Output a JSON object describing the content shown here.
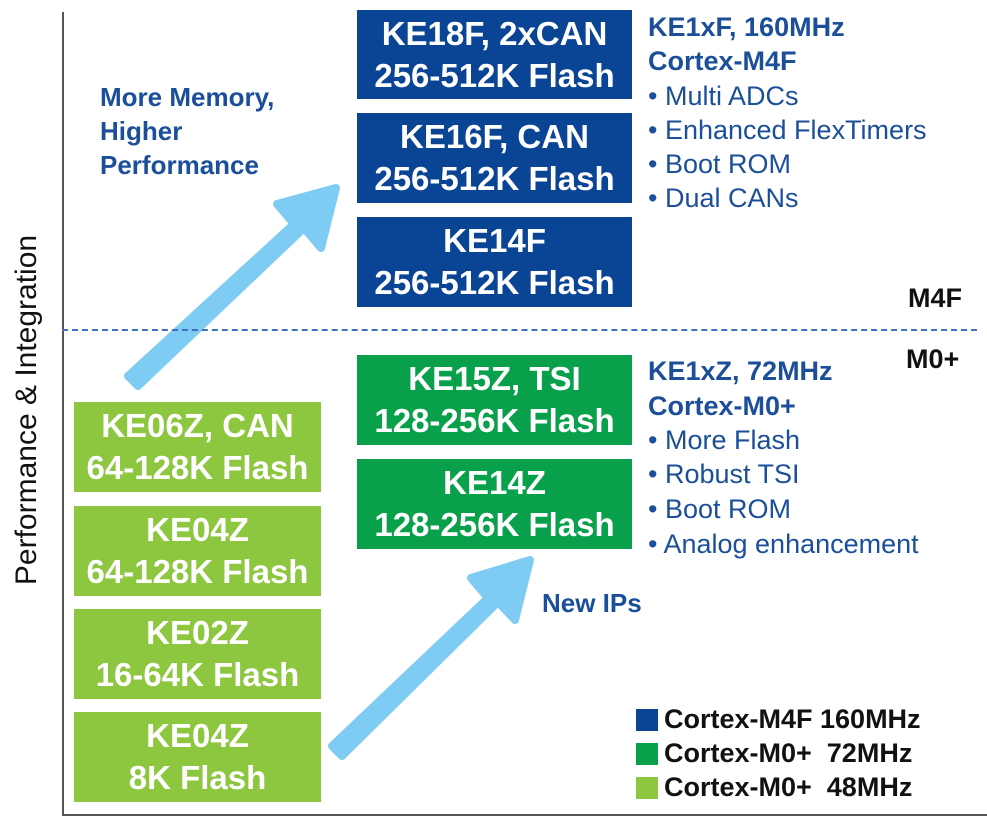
{
  "axis": {
    "y_label": "Performance & Integration"
  },
  "arrows": {
    "upper_label": [
      "More Memory,",
      "Higher",
      "Performance"
    ],
    "lower_label": "New IPs"
  },
  "divider": {
    "above_label": "M4F",
    "below_label": "M0+"
  },
  "m4f_group": {
    "title": "KE1xF, 160MHz",
    "subtitle": "Cortex-M4F",
    "features": [
      "• Multi ADCs",
      "• Enhanced FlexTimers",
      "• Boot ROM",
      "• Dual CANs"
    ],
    "boxes": [
      {
        "line1": "KE18F, 2xCAN",
        "line2": "256-512K Flash"
      },
      {
        "line1": "KE16F, CAN",
        "line2": "256-512K Flash"
      },
      {
        "line1": "KE14F",
        "line2": "256-512K Flash"
      }
    ]
  },
  "m0_72_group": {
    "title": "KE1xZ, 72MHz",
    "subtitle": "Cortex-M0+",
    "features": [
      "• More Flash",
      "• Robust TSI",
      "• Boot ROM",
      "• Analog enhancement"
    ],
    "boxes": [
      {
        "line1": "KE15Z, TSI",
        "line2": "128-256K Flash"
      },
      {
        "line1": "KE14Z",
        "line2": "128-256K Flash"
      }
    ]
  },
  "m0_48_group": {
    "boxes": [
      {
        "line1": "KE06Z, CAN",
        "line2": "64-128K Flash"
      },
      {
        "line1": "KE04Z",
        "line2": "64-128K Flash"
      },
      {
        "line1": "KE02Z",
        "line2": "16-64K Flash"
      },
      {
        "line1": "KE04Z",
        "line2": "8K Flash"
      }
    ]
  },
  "legend": [
    {
      "label": "Cortex-M4F 160MHz",
      "color": "#0a4495"
    },
    {
      "label": "Cortex-M0+  72MHz",
      "color": "#08a04b"
    },
    {
      "label": "Cortex-M0+  48MHz",
      "color": "#8dc63f"
    }
  ],
  "colors": {
    "m4f": "#0a4495",
    "m0_72": "#08a04b",
    "m0_48": "#8dc63f",
    "arrow": "#7ecbf3",
    "divider": "#3f6fbf",
    "text_blue": "#1b4f9a"
  }
}
